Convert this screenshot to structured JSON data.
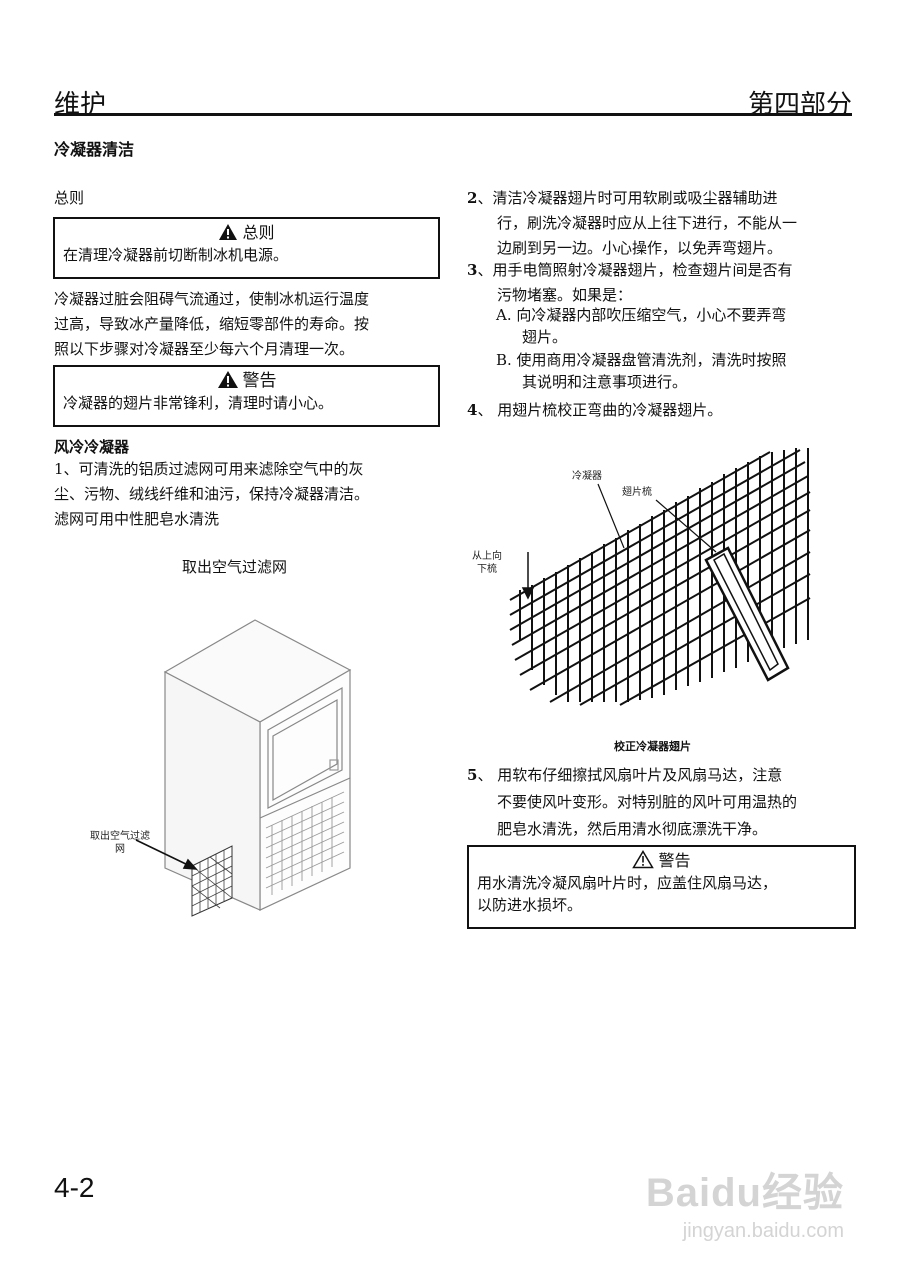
{
  "header": {
    "left": "维护",
    "right": "第四部分"
  },
  "section_title": "冷凝器清洁",
  "general": {
    "heading": "总则",
    "notice": {
      "title": "总则",
      "text": "在清理冷凝器前切断制冰机电源。"
    },
    "para": [
      "冷凝器过脏会阻碍气流通过，使制冰机运行温度",
      "过高，导致冰产量降低，缩短零部件的寿命。按",
      "照以下步骤对冷凝器至少每六个月清理一次。"
    ],
    "warning": {
      "title": "警告",
      "text": "冷凝器的翅片非常锋利，清理时请小心。"
    }
  },
  "air_condenser": {
    "heading": "风冷冷凝器",
    "step1": [
      "1、可清洗的铝质过滤网可用来滤除空气中的灰",
      "尘、污物、绒线纤维和油污，保持冷凝器清洁。",
      "滤网可用中性肥皂水清洗"
    ],
    "fig1_caption": "取出空气过滤网",
    "fig1_label": [
      "取出空气过滤",
      "网"
    ]
  },
  "right_col": {
    "step2_num": "2",
    "step2": [
      "、清洁冷凝器翅片时可用软刷或吸尘器辅助进",
      "行，刷洗冷凝器时应从上往下进行，不能从一",
      "边刷到另一边。小心操作，以免弄弯翅片。"
    ],
    "step3_num": "3",
    "step3": [
      "、用手电筒照射冷凝器翅片，检查翅片间是否有",
      "污物堵塞。如果是："
    ],
    "step3a": [
      "A. 向冷凝器内部吹压缩空气，小心不要弄弯",
      "翅片。"
    ],
    "step3b": [
      "B. 使用商用冷凝器盘管清洗剂，清洗时按照",
      "其说明和注意事项进行。"
    ],
    "step4_num": "4",
    "step4": "、 用翅片梳校正弯曲的冷凝器翅片。",
    "fig2_labels": {
      "condenser": "冷凝器",
      "comb": "翅片梳",
      "dir": [
        "从上向",
        "下梳"
      ]
    },
    "fig2_caption": "校正冷凝器翅片",
    "step5_num": "5",
    "step5": [
      "、 用软布仔细擦拭风扇叶片及风扇马达，注意",
      "不要使风叶变形。对特别脏的风叶可用温热的",
      "肥皂水清洗，然后用清水彻底漂洗干净。"
    ],
    "warning2": {
      "title": "警告",
      "text": [
        "用水清洗冷凝风扇叶片时，应盖住风扇马达，",
        "以防进水损坏。"
      ]
    }
  },
  "page_number": "4-2",
  "watermark": {
    "logo": "Baidu经验",
    "url": "jingyan.baidu.com"
  }
}
